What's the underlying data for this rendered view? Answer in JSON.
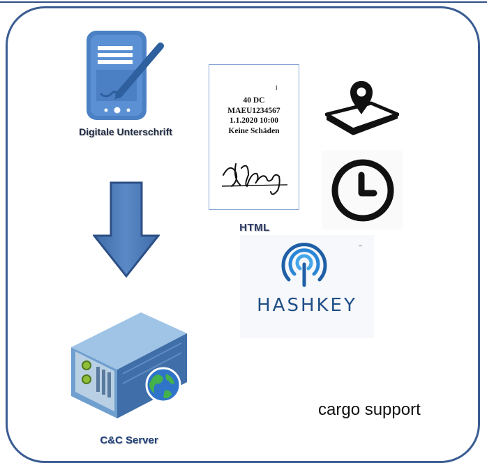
{
  "signature": {
    "label": "Digitale Unterschrift",
    "icon": "tablet-pen-icon"
  },
  "document": {
    "lines": [
      "40 DC",
      "MAEU1234567",
      "1.1.2020 10:00",
      "Keine Schäden"
    ],
    "cursor": "I",
    "signature_icon": "handwritten-signature"
  },
  "html_label": "HTML",
  "location": {
    "icon": "smartphone-location-pin-icon"
  },
  "clock": {
    "icon": "clock-icon"
  },
  "hashkey": {
    "label": "HASHKEY",
    "mark": "–",
    "icon": "hashkey-logo"
  },
  "arrow": {
    "icon": "arrow-down-icon",
    "color": "#4a78b5"
  },
  "server": {
    "label": "C&C Server",
    "icon": "server-globe-icon"
  },
  "caption": "cargo support",
  "colors": {
    "frame": "#3a5c92",
    "accent": "#4a7fc1",
    "text_dark": "#1f2b44"
  }
}
